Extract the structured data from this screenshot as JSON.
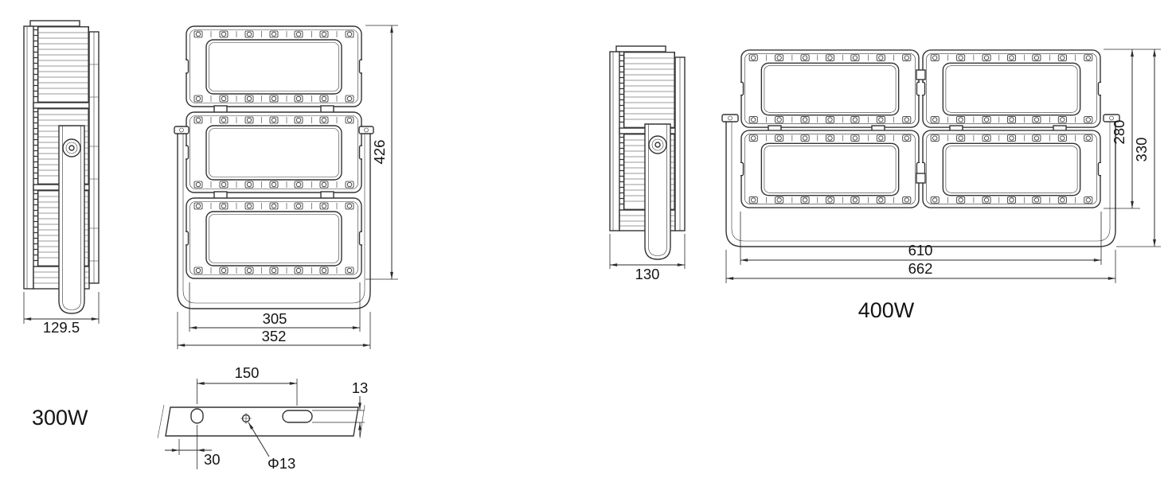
{
  "title": "LED flood light dimensional drawing",
  "colors": {
    "ink": "#343434",
    "background": "#ffffff"
  },
  "labels": {
    "model_300w": "300W",
    "model_400w": "400W"
  },
  "dims_300w": {
    "height": "426",
    "module_width": "305",
    "overall_width": "352",
    "side_depth": "129.5"
  },
  "bracket_detail": {
    "hole_spacing": "150",
    "slot_width": "13",
    "edge_offset": "30",
    "hole_diameter": "Φ13"
  },
  "dims_400w": {
    "side_depth": "130",
    "module_height": "280",
    "overall_height": "330",
    "module_width": "610",
    "overall_width": "662"
  }
}
